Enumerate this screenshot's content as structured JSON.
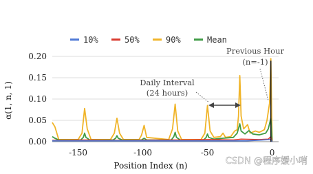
{
  "chart_data": {
    "type": "line",
    "ylabel": "α(1, n, 1)",
    "xlabel": "Position Index (n)",
    "xlim": [
      -170,
      5
    ],
    "ylim": [
      0,
      0.2
    ],
    "yticks": [
      "0.00",
      "0.05",
      "0.10",
      "0.15",
      "0.20"
    ],
    "xticks": [
      "-150",
      "-100",
      "-50",
      "0"
    ],
    "grid": true,
    "legend_position": "top",
    "series": [
      {
        "name": "10%",
        "color": "#4e79d6",
        "points": [
          [
            -170,
            0.002
          ],
          [
            -120,
            0.002
          ],
          [
            -70,
            0.002
          ],
          [
            -20,
            0.002
          ],
          [
            -1,
            0.005
          ],
          [
            0,
            0.0
          ]
        ]
      },
      {
        "name": "50%",
        "color": "#d93a2e",
        "points": [
          [
            -170,
            0.003
          ],
          [
            -144,
            0.004
          ],
          [
            -120,
            0.003
          ],
          [
            -73,
            0.004
          ],
          [
            -48,
            0.005
          ],
          [
            -30,
            0.004
          ],
          [
            -24,
            0.006
          ],
          [
            -10,
            0.005
          ],
          [
            -3,
            0.006
          ],
          [
            -1,
            0.012
          ],
          [
            0,
            0.0
          ]
        ]
      },
      {
        "name": "90%",
        "color": "#f0b428",
        "points": [
          [
            -170,
            0.045
          ],
          [
            -168,
            0.035
          ],
          [
            -165,
            0.005
          ],
          [
            -150,
            0.005
          ],
          [
            -147,
            0.02
          ],
          [
            -145,
            0.078
          ],
          [
            -143,
            0.03
          ],
          [
            -140,
            0.005
          ],
          [
            -125,
            0.005
          ],
          [
            -122,
            0.02
          ],
          [
            -120,
            0.055
          ],
          [
            -118,
            0.02
          ],
          [
            -115,
            0.005
          ],
          [
            -103,
            0.005
          ],
          [
            -101,
            0.015
          ],
          [
            -99,
            0.038
          ],
          [
            -97,
            0.01
          ],
          [
            -80,
            0.005
          ],
          [
            -77,
            0.03
          ],
          [
            -75,
            0.088
          ],
          [
            -73,
            0.025
          ],
          [
            -70,
            0.005
          ],
          [
            -55,
            0.005
          ],
          [
            -52,
            0.02
          ],
          [
            -50,
            0.085
          ],
          [
            -48,
            0.025
          ],
          [
            -45,
            0.01
          ],
          [
            -40,
            0.012
          ],
          [
            -38,
            0.02
          ],
          [
            -36,
            0.01
          ],
          [
            -32,
            0.012
          ],
          [
            -29,
            0.025
          ],
          [
            -27,
            0.028
          ],
          [
            -26,
            0.06
          ],
          [
            -25,
            0.155
          ],
          [
            -24,
            0.06
          ],
          [
            -22,
            0.03
          ],
          [
            -19,
            0.04
          ],
          [
            -17,
            0.02
          ],
          [
            -13,
            0.025
          ],
          [
            -10,
            0.022
          ],
          [
            -6,
            0.028
          ],
          [
            -4,
            0.05
          ],
          [
            -2,
            0.09
          ],
          [
            -1,
            0.195
          ],
          [
            0,
            0.0
          ]
        ]
      },
      {
        "name": "Mean",
        "color": "#3f9b45",
        "points": [
          [
            -170,
            0.012
          ],
          [
            -168,
            0.008
          ],
          [
            -165,
            0.004
          ],
          [
            -148,
            0.004
          ],
          [
            -146,
            0.01
          ],
          [
            -145,
            0.02
          ],
          [
            -144,
            0.01
          ],
          [
            -141,
            0.004
          ],
          [
            -123,
            0.004
          ],
          [
            -121,
            0.008
          ],
          [
            -120,
            0.014
          ],
          [
            -119,
            0.008
          ],
          [
            -116,
            0.004
          ],
          [
            -101,
            0.004
          ],
          [
            -99,
            0.008
          ],
          [
            -97,
            0.004
          ],
          [
            -78,
            0.004
          ],
          [
            -76,
            0.012
          ],
          [
            -75,
            0.022
          ],
          [
            -74,
            0.01
          ],
          [
            -71,
            0.004
          ],
          [
            -53,
            0.004
          ],
          [
            -51,
            0.01
          ],
          [
            -50,
            0.018
          ],
          [
            -49,
            0.01
          ],
          [
            -45,
            0.006
          ],
          [
            -38,
            0.008
          ],
          [
            -30,
            0.01
          ],
          [
            -27,
            0.02
          ],
          [
            -25,
            0.042
          ],
          [
            -24,
            0.025
          ],
          [
            -21,
            0.018
          ],
          [
            -18,
            0.026
          ],
          [
            -15,
            0.018
          ],
          [
            -10,
            0.016
          ],
          [
            -5,
            0.02
          ],
          [
            -3,
            0.03
          ],
          [
            -1,
            0.055
          ],
          [
            0,
            0.0
          ]
        ]
      }
    ],
    "annotations": [
      {
        "id": "previous-hour",
        "lines": [
          "Previous Hour",
          "(n=-1)"
        ]
      },
      {
        "id": "daily-interval",
        "lines": [
          "Daily Interval",
          "(24 hours)"
        ]
      }
    ],
    "watermark": "CSDN @程序媛小哨"
  }
}
